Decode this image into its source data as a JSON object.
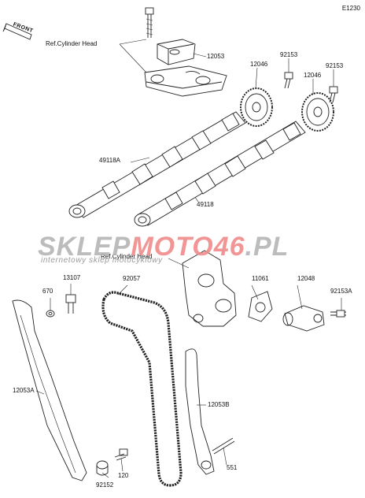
{
  "diagram_code": "E1230",
  "front_badge": "FRONT",
  "ref_cylinder_head_top": "Ref.Cylinder Head",
  "ref_cylinder_head_mid": "Ref.Cylinder Head",
  "watermark": {
    "part1": "SKLEP",
    "part2": "MOTO46",
    "part3": ".PL",
    "sub": "internetowy sklep motocyklowy"
  },
  "part_labels": {
    "p12053": "12053",
    "p92153_a": "92153",
    "p92153_b": "92153",
    "p12046_a": "12046",
    "p12046_b": "12046",
    "p49118A": "49118A",
    "p49118": "49118",
    "p13107": "13107",
    "p670": "670",
    "p92057": "92057",
    "p11061": "11061",
    "p12048": "12048",
    "p92153A": "92153A",
    "p12053A": "12053A",
    "p12053B": "12053B",
    "p551": "551",
    "p120": "120",
    "p92152": "92152"
  }
}
